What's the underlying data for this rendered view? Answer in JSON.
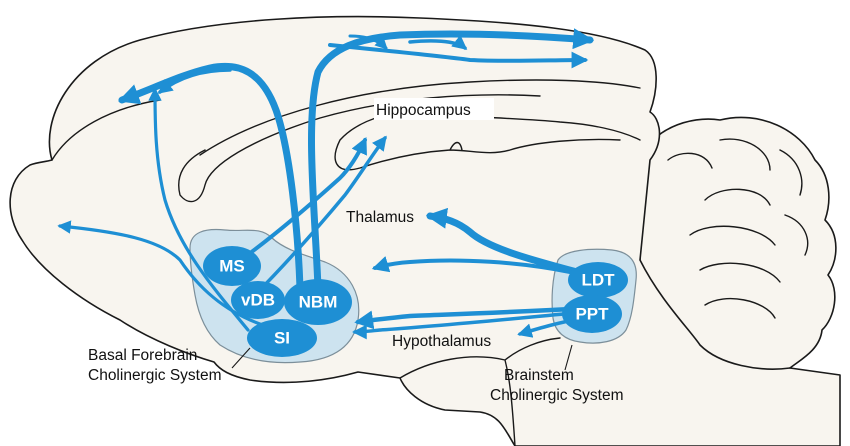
{
  "colors": {
    "pathway": "#1e8fd4",
    "nucleus_fill": "#1e8fd4",
    "system_region": "#cde3ef",
    "brain_fill": "#f8f5ef",
    "outline": "#1a1a1a"
  },
  "labels": {
    "hippocampus": "Hippocampus",
    "thalamus": "Thalamus",
    "hypothalamus": "Hypothalamus",
    "basal_forebrain_line1": "Basal Forebrain",
    "basal_forebrain_line2": "Cholinergic System",
    "brainstem_line1": "Brainstem",
    "brainstem_line2": "Cholinergic System"
  },
  "nuclei": {
    "ms": "MS",
    "vdb": "vDB",
    "nbm": "NBM",
    "si": "SI",
    "ldt": "LDT",
    "ppt": "PPT"
  }
}
